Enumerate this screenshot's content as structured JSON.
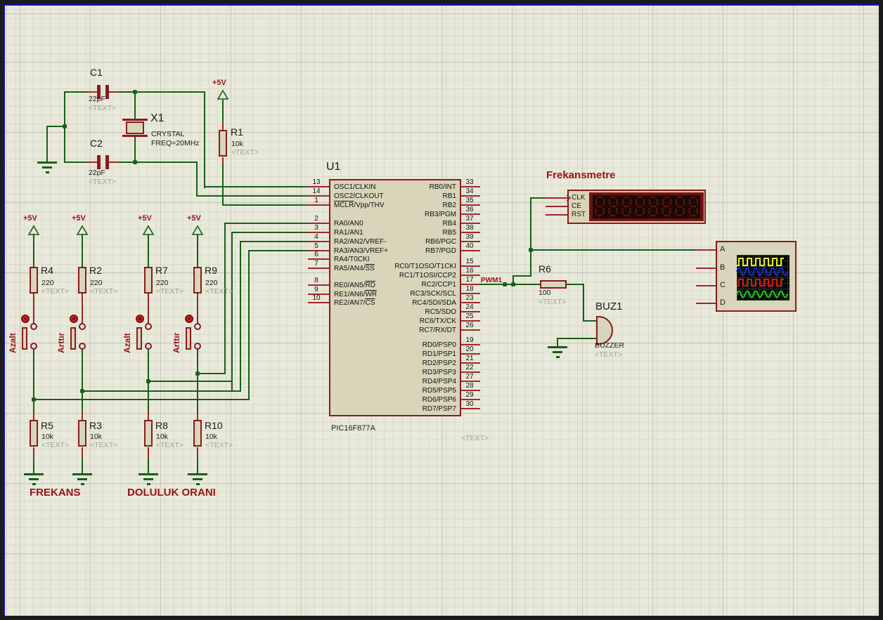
{
  "schematic": {
    "placeholder_text": "<TEXT>",
    "power_net_label": "+5V",
    "colors": {
      "wire": "#166116",
      "component_outline": "#8b1a1a",
      "component_fill": "#d8d5ba",
      "label_red": "#9c1212",
      "canvas": "#e9e9db"
    }
  },
  "oscillator": {
    "c1": {
      "ref": "C1",
      "value": "22pF"
    },
    "c2": {
      "ref": "C2",
      "value": "22pF"
    },
    "x1": {
      "ref": "X1",
      "type": "CRYSTAL",
      "freq": "FREQ=20MHz"
    },
    "r1": {
      "ref": "R1",
      "value": "10k"
    }
  },
  "inputs": {
    "group_labels": {
      "frequency": "FREKANS",
      "duty_cycle": "DOLULUK ORANI"
    },
    "columns": [
      {
        "top_resistor": {
          "ref": "R4",
          "value": "220"
        },
        "button_label": "Azalt",
        "bottom_resistor": {
          "ref": "R5",
          "value": "10k"
        }
      },
      {
        "top_resistor": {
          "ref": "R2",
          "value": "220"
        },
        "button_label": "Arttır",
        "bottom_resistor": {
          "ref": "R3",
          "value": "10k"
        }
      },
      {
        "top_resistor": {
          "ref": "R7",
          "value": "220"
        },
        "button_label": "Azalt",
        "bottom_resistor": {
          "ref": "R8",
          "value": "10k"
        }
      },
      {
        "top_resistor": {
          "ref": "R9",
          "value": "220"
        },
        "button_label": "Arttır",
        "bottom_resistor": {
          "ref": "R10",
          "value": "10k"
        }
      }
    ]
  },
  "mcu": {
    "ref": "U1",
    "part": "PIC16F877A",
    "left_pins": [
      {
        "num": "13",
        "pre": "OSC1/CLKIN"
      },
      {
        "num": "14",
        "pre": "OSC2/CLKOUT"
      },
      {
        "num": "1",
        "ov": "MCLR",
        "post": "/Vpp/THV"
      },
      {
        "num": "2",
        "pre": "RA0/AN0"
      },
      {
        "num": "3",
        "pre": "RA1/AN1"
      },
      {
        "num": "4",
        "pre": "RA2/AN2/VREF-"
      },
      {
        "num": "5",
        "pre": "RA3/AN3/VREF+"
      },
      {
        "num": "6",
        "pre": "RA4/T0CKI"
      },
      {
        "num": "7",
        "pre": "RA5/AN4/",
        "ov": "SS"
      },
      {
        "num": "8",
        "pre": "RE0/AN5/",
        "ov": "RD"
      },
      {
        "num": "9",
        "pre": "RE1/AN6/",
        "ov": "WR"
      },
      {
        "num": "10",
        "pre": "RE2/AN7/",
        "ov": "CS"
      }
    ],
    "right_pins": [
      {
        "num": "33",
        "label": "RB0/INT"
      },
      {
        "num": "34",
        "label": "RB1"
      },
      {
        "num": "35",
        "label": "RB2"
      },
      {
        "num": "36",
        "label": "RB3/PGM"
      },
      {
        "num": "37",
        "label": "RB4"
      },
      {
        "num": "38",
        "label": "RB5"
      },
      {
        "num": "39",
        "label": "RB6/PGC"
      },
      {
        "num": "40",
        "label": "RB7/PGD"
      },
      {
        "num": "15",
        "label": "RC0/T1OSO/T1CKI"
      },
      {
        "num": "16",
        "label": "RC1/T1OSI/CCP2"
      },
      {
        "num": "17",
        "label": "RC2/CCP1"
      },
      {
        "num": "18",
        "label": "RC3/SCK/SCL"
      },
      {
        "num": "23",
        "label": "RC4/SDI/SDA"
      },
      {
        "num": "24",
        "label": "RC5/SDO"
      },
      {
        "num": "25",
        "label": "RC6/TX/CK"
      },
      {
        "num": "26",
        "label": "RC7/RX/DT"
      },
      {
        "num": "19",
        "label": "RD0/PSP0"
      },
      {
        "num": "20",
        "label": "RD1/PSP1"
      },
      {
        "num": "21",
        "label": "RD2/PSP2"
      },
      {
        "num": "22",
        "label": "RD3/PSP3"
      },
      {
        "num": "27",
        "label": "RD4/PSP4"
      },
      {
        "num": "28",
        "label": "RD5/PSP5"
      },
      {
        "num": "29",
        "label": "RD6/PSP6"
      },
      {
        "num": "30",
        "label": "RD7/PSP7"
      }
    ]
  },
  "pwm": {
    "net_label": "PWM1"
  },
  "output": {
    "r6": {
      "ref": "R6",
      "value": "100"
    },
    "buzzer": {
      "ref": "BUZ1",
      "type": "BUZZER"
    }
  },
  "counter": {
    "title": "Frekansmetre",
    "pin_labels": [
      "CLK",
      "CE",
      "RST"
    ],
    "digit_count": 8
  },
  "oscilloscope": {
    "channel_labels": [
      "A",
      "B",
      "C",
      "D"
    ]
  }
}
